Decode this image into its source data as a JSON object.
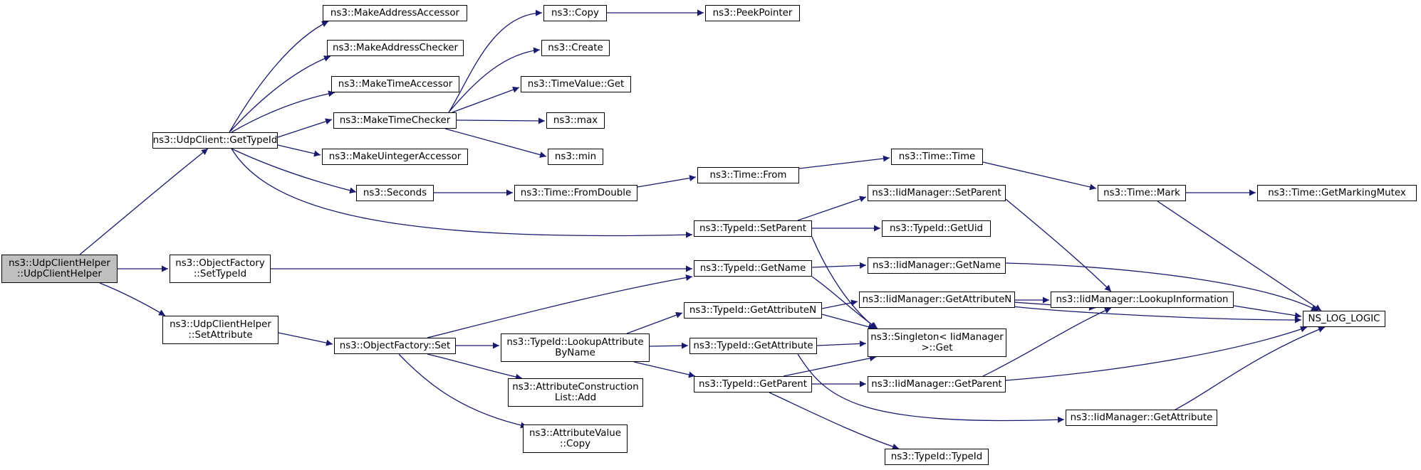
{
  "graph": {
    "nodes": {
      "root": "ns3::UdpClientHelper\n::UdpClientHelper",
      "udpclient_gettypeid": "ns3::UdpClient::GetTypeId",
      "objectfactory_settypeid": "ns3::ObjectFactory\n::SetTypeId",
      "udpclienthelper_setattribute": "ns3::UdpClientHelper\n::SetAttribute",
      "makeaddressaccessor": "ns3::MakeAddressAccessor",
      "makeaddresschecker": "ns3::MakeAddressChecker",
      "maketimeaccessor": "ns3::MakeTimeAccessor",
      "maketimechecker": "ns3::MakeTimeChecker",
      "makeuintegeraccessor": "ns3::MakeUintegerAccessor",
      "seconds": "ns3::Seconds",
      "copy": "ns3::Copy",
      "peekpointer": "ns3::PeekPointer",
      "create": "ns3::Create",
      "timevalue_get": "ns3::TimeValue::Get",
      "max": "ns3::max",
      "min": "ns3::min",
      "time_fromdouble": "ns3::Time::FromDouble",
      "time_from": "ns3::Time::From",
      "time_time": "ns3::Time::Time",
      "time_mark": "ns3::Time::Mark",
      "time_getmarkingmutex": "ns3::Time::GetMarkingMutex",
      "iidmanager_setparent": "ns3::IidManager::SetParent",
      "typeid_setparent": "ns3::TypeId::SetParent",
      "typeid_getuid": "ns3::TypeId::GetUid",
      "typeid_getname": "ns3::TypeId::GetName",
      "iidmanager_getname": "ns3::IidManager::GetName",
      "objectfactory_set": "ns3::ObjectFactory::Set",
      "typeid_getattributen": "ns3::TypeId::GetAttributeN",
      "iidmanager_getattributen": "ns3::IidManager::GetAttributeN",
      "iidmanager_lookupinformation": "ns3::IidManager::LookupInformation",
      "ns_log_logic": "NS_LOG_LOGIC",
      "typeid_lookupattributebyname": "ns3::TypeId::LookupAttribute\nByName",
      "typeid_getattribute": "ns3::TypeId::GetAttribute",
      "singleton_get": "ns3::Singleton< IidManager\n>::Get",
      "typeid_getparent": "ns3::TypeId::GetParent",
      "iidmanager_getparent": "ns3::IidManager::GetParent",
      "attributeconstructionlist_add": "ns3::AttributeConstruction\nList::Add",
      "iidmanager_getattribute": "ns3::IidManager::GetAttribute",
      "attributevalue_copy": "ns3::AttributeValue\n::Copy",
      "typeid_typeid": "ns3::TypeId::TypeId"
    }
  }
}
